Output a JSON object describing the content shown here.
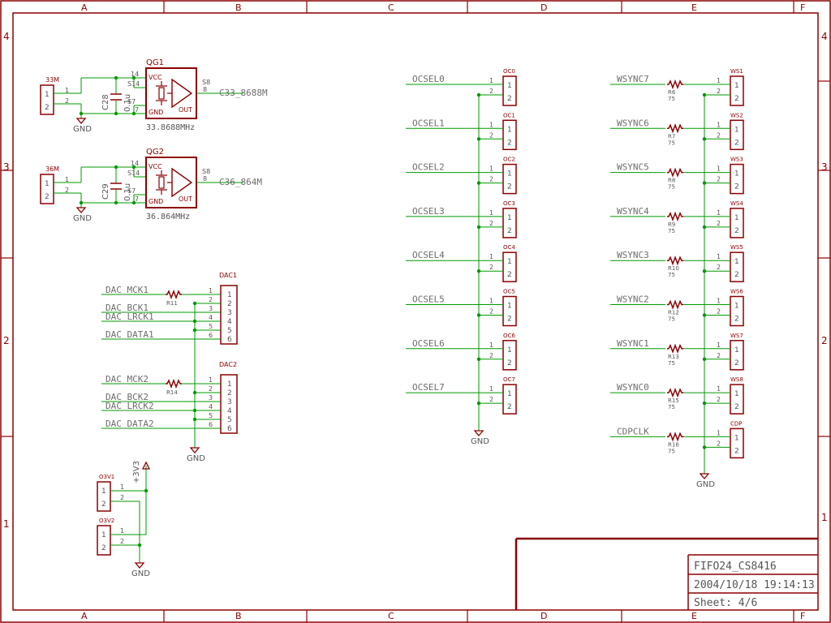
{
  "frame": {
    "columns": [
      "A",
      "B",
      "C",
      "D",
      "E",
      "F"
    ],
    "rows": [
      "4",
      "3",
      "2",
      "1"
    ]
  },
  "title_block": {
    "name": "FIFO24_CS8416",
    "datetime": "2004/10/18 19:14:13",
    "sheet": "Sheet: 4/6"
  },
  "oscillators": [
    {
      "ref": "QG1",
      "freq": "33.8688MHz",
      "net": "C33_8688M",
      "conn_name": "33M",
      "cap_ref": "C28",
      "cap_val": "0.1u",
      "vcc": "VCC",
      "gnd": "GND",
      "out": "OUT",
      "pin_vcc": "14",
      "pin_s14": "S14",
      "pin_s7": "S7",
      "pin_7": "7",
      "pin_s8": "S8",
      "pin_8": "8",
      "gnd_label": "GND"
    },
    {
      "ref": "QG2",
      "freq": "36.864MHz",
      "net": "C36_864M",
      "conn_name": "36M",
      "cap_ref": "C29",
      "cap_val": "0.1u",
      "vcc": "VCC",
      "gnd": "GND",
      "out": "OUT",
      "pin_vcc": "14",
      "pin_s14": "S14",
      "pin_s7": "S7",
      "pin_7": "7",
      "pin_s8": "S8",
      "pin_8": "8",
      "gnd_label": "GND"
    }
  ],
  "dac": [
    {
      "name": "DAC1",
      "signals": [
        "DAC_MCK1",
        "DAC_BCK1",
        "DAC_LRCK1",
        "DAC_DATA1"
      ],
      "res_ref": "R11"
    },
    {
      "name": "DAC2",
      "signals": [
        "DAC_MCK2",
        "DAC_BCK2",
        "DAC_LRCK2",
        "DAC_DATA2"
      ],
      "res_ref": "R14"
    }
  ],
  "dac_gnd": "GND",
  "ocsel": {
    "signals": [
      "OCSEL0",
      "OCSEL1",
      "OCSEL2",
      "OCSEL3",
      "OCSEL4",
      "OCSEL5",
      "OCSEL6",
      "OCSEL7"
    ],
    "connectors": [
      "OC0",
      "OC1",
      "OC2",
      "OC3",
      "OC4",
      "OC5",
      "OC6",
      "OC7"
    ],
    "gnd": "GND"
  },
  "wsync": {
    "signals": [
      "WSYNC7",
      "WSYNC6",
      "WSYNC5",
      "WSYNC4",
      "WSYNC3",
      "WSYNC2",
      "WSYNC1",
      "WSYNC0",
      "CDPCLK"
    ],
    "connectors": [
      "WS1",
      "WS2",
      "WS3",
      "WS4",
      "WS5",
      "WS6",
      "WS7",
      "WS8",
      "CDP"
    ],
    "resistors": [
      "R6",
      "R7",
      "R8",
      "R9",
      "R10",
      "R12",
      "R13",
      "R15",
      "R16"
    ],
    "values": [
      "75",
      "75",
      "75",
      "75",
      "75",
      "75",
      "75",
      "75",
      "75"
    ],
    "gnd": "GND"
  },
  "power": {
    "connectors": [
      "O3V1",
      "O3V2"
    ],
    "rail": "+3V3",
    "gnd": "GND"
  },
  "pins": {
    "one": "1",
    "two": "2",
    "three": "3",
    "four": "4",
    "five": "5",
    "six": "6"
  },
  "colors": {
    "wire": "#009900",
    "part": "#8b0000",
    "frame": "#8b0000",
    "text": "#555555",
    "net": "#6d6d6d"
  }
}
